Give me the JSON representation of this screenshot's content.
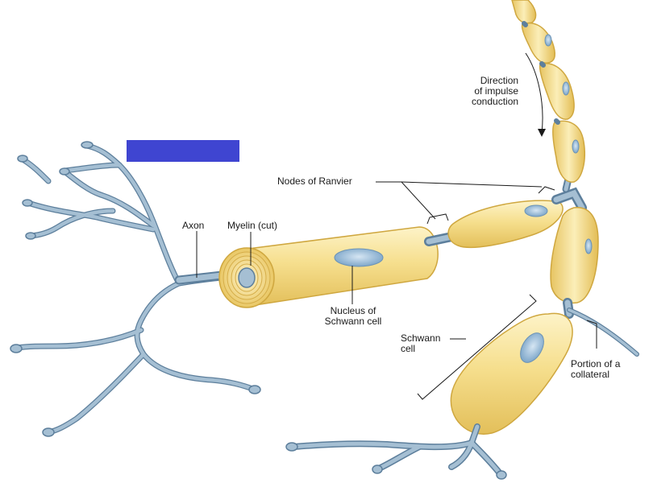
{
  "colors": {
    "answer_box": "#3f45d1",
    "sheath_fill": "#f6df8e",
    "sheath_light": "#fdf3c8",
    "sheath_edge": "#cfa73f",
    "axon_fill": "#9fbad0",
    "axon_edge": "#5d7f9c",
    "nucleus": "#8fb4d4",
    "leader_line": "#1a1a1a"
  },
  "labels": {
    "direction": [
      "Direction",
      "of impulse",
      "conduction"
    ],
    "nodes_of_ranvier": "Nodes of Ranvier",
    "axon": "Axon",
    "myelin_cut": "Myelin (cut)",
    "nucleus": [
      "Nucleus of",
      "Schwann cell"
    ],
    "schwann_cell": [
      "Schwann",
      "cell"
    ],
    "collateral": [
      "Portion of a",
      "collateral"
    ]
  },
  "answer_box": {
    "text": ""
  }
}
